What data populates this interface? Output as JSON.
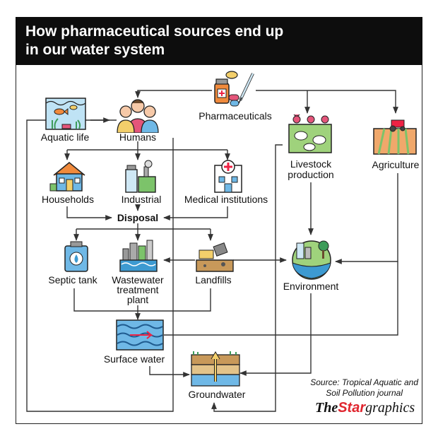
{
  "title": {
    "line1": "How pharmaceutical sources end up",
    "line2": "in our water system"
  },
  "nodes": {
    "pharmaceuticals": "Pharmaceuticals",
    "aquatic_life": "Aquatic life",
    "humans": "Humans",
    "livestock_line1": "Livestock",
    "livestock_line2": "production",
    "agriculture": "Agriculture",
    "households": "Households",
    "industrial": "Industrial",
    "medical": "Medical institutions",
    "disposal": "Disposal",
    "septic_tank": "Septic tank",
    "wwtp_line1": "Wastewater",
    "wwtp_line2": "treatment",
    "wwtp_line3": "plant",
    "landfills": "Landfills",
    "environment": "Environment",
    "surface_water": "Surface water",
    "groundwater": "Groundwater"
  },
  "source": {
    "line1": "Source: Tropical Aquatic and",
    "line2": "Soil Pollution journal"
  },
  "brand": {
    "the": "The",
    "star": "Star",
    "graphics": "graphics"
  },
  "colors": {
    "header_bg": "#0d0d0d",
    "line": "#333333",
    "water_blue": "#3d9ad1",
    "green": "#7cc36a",
    "pink": "#f29fb0",
    "orange": "#f08a3c"
  }
}
